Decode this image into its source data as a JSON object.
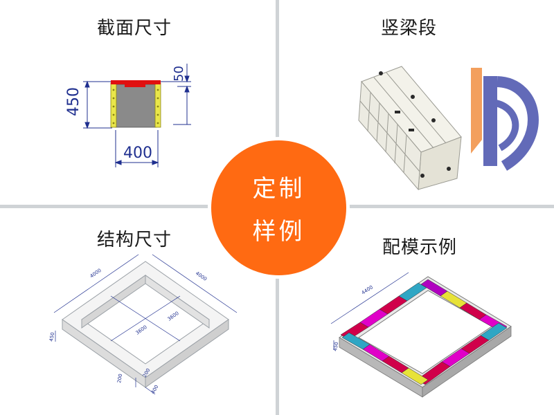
{
  "titles": {
    "section": "截面尺寸",
    "segment": "竖梁段",
    "structure": "结构尺寸",
    "assembly": "配模示例"
  },
  "center": {
    "line1": "定制",
    "line2": "样例"
  },
  "section_drawing": {
    "height_label": "450",
    "top_label": "50",
    "width_label": "400"
  },
  "structure_drawing": {
    "side_a": "4000",
    "side_b": "4000",
    "inner_a": "3600",
    "inner_b": "3600",
    "height": "450",
    "wall_a": "200",
    "wall_b": "200",
    "wall_c": "400"
  },
  "assembly_drawing": {
    "length": "4400",
    "height": "450"
  },
  "colors": {
    "accent": "#ff6a12",
    "divider": "#cfd3d6",
    "dimension": "#1f2f8f",
    "logo_blue": "#5a63b5",
    "logo_orange": "#f39a55"
  }
}
